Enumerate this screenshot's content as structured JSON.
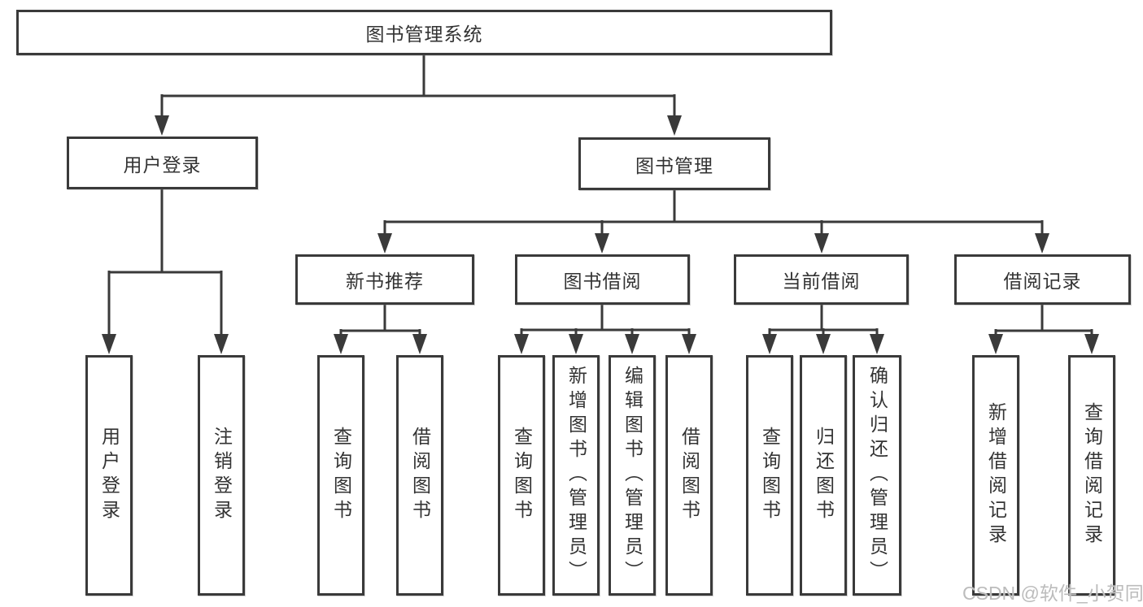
{
  "diagram": {
    "type": "tree-structure-chart",
    "background": "#ffffff",
    "line_color": "#3a3a3a",
    "box_border_color": "#3a3a3a",
    "text_color": "#333333",
    "watermark": {
      "text": "CSDN @软件_小贺同学",
      "color": "#bcbcbc"
    }
  },
  "nodes": {
    "root": {
      "label": "图书管理系统"
    },
    "level2": [
      {
        "id": "user-login",
        "label": "用户登录",
        "parent": "图书管理系统"
      },
      {
        "id": "book-management",
        "label": "图书管理",
        "parent": "图书管理系统"
      }
    ],
    "level3": [
      {
        "id": "new-book-recommend",
        "label": "新书推荐",
        "parent": "图书管理"
      },
      {
        "id": "book-borrowing",
        "label": "图书借阅",
        "parent": "图书管理"
      },
      {
        "id": "current-borrowing",
        "label": "当前借阅",
        "parent": "图书管理"
      },
      {
        "id": "borrowing-records",
        "label": "借阅记录",
        "parent": "图书管理"
      }
    ],
    "leaves": [
      {
        "label": "用户登录",
        "parent": "用户登录"
      },
      {
        "label": "注销登录",
        "parent": "用户登录"
      },
      {
        "label": "查询图书",
        "parent": "新书推荐"
      },
      {
        "label": "借阅图书",
        "parent": "新书推荐"
      },
      {
        "label": "查询图书",
        "parent": "图书借阅"
      },
      {
        "label": "新增图书（管理员）",
        "parent": "图书借阅"
      },
      {
        "label": "编辑图书（管理员）",
        "parent": "图书借阅"
      },
      {
        "label": "借阅图书",
        "parent": "图书借阅"
      },
      {
        "label": "查询图书",
        "parent": "当前借阅"
      },
      {
        "label": "归还图书",
        "parent": "当前借阅"
      },
      {
        "label": "确认归还（管理员）",
        "parent": "当前借阅"
      },
      {
        "label": "新增借阅记录",
        "parent": "借阅记录"
      },
      {
        "label": "查询借阅记录",
        "parent": "借阅记录"
      }
    ]
  }
}
